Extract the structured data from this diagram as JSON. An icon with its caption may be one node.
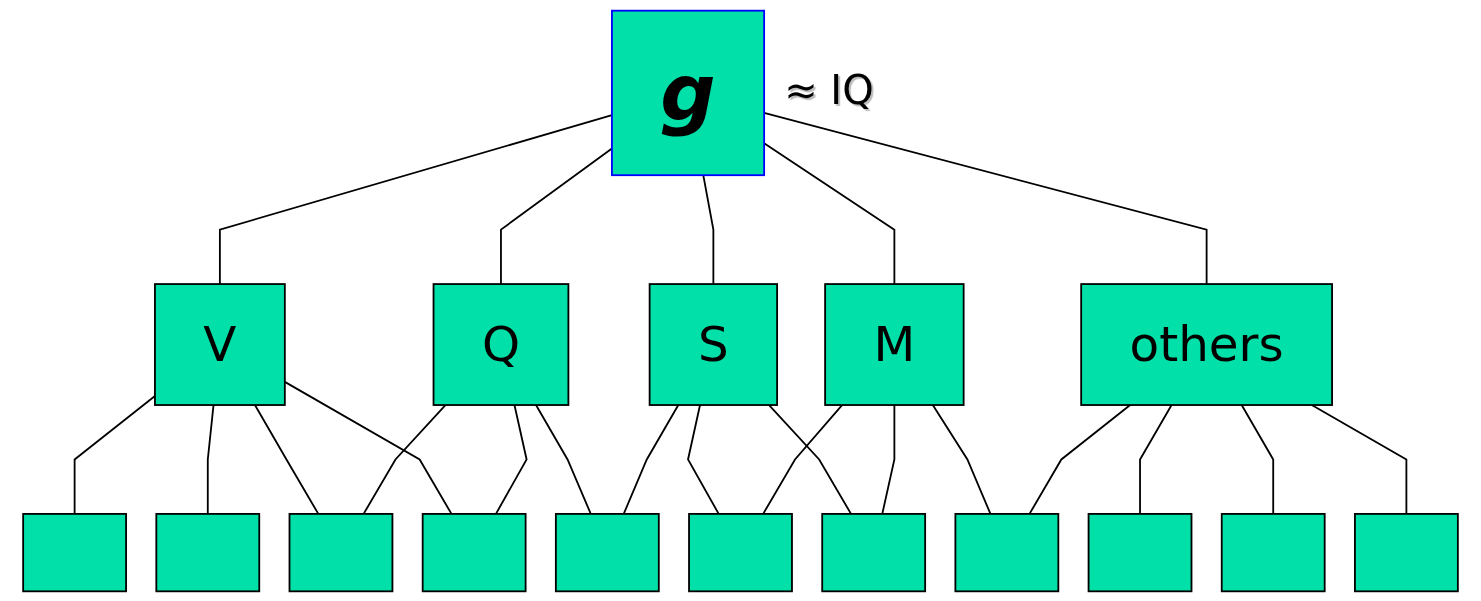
{
  "diagram": {
    "nodes": [
      {
        "text": [
          "g"
        ],
        "beside": [
          "≈ IQ"
        ]
      },
      {
        "text": [
          "V"
        ]
      },
      {
        "text": [
          "Q"
        ]
      },
      {
        "text": [
          "S"
        ]
      },
      {
        "text": [
          "M"
        ]
      },
      {
        "text": [
          "others"
        ]
      },
      {
        "text": [],
        "shape": "box"
      },
      {
        "text": [],
        "shape": "box"
      },
      {
        "text": [],
        "shape": "box"
      },
      {
        "text": [],
        "shape": "box"
      },
      {
        "text": [],
        "shape": "box"
      },
      {
        "text": [],
        "shape": "box"
      },
      {
        "text": [],
        "shape": "box"
      },
      {
        "text": [],
        "shape": "box"
      },
      {
        "text": [],
        "shape": "box"
      },
      {
        "text": [],
        "shape": "box"
      },
      {
        "text": [],
        "shape": "box"
      }
    ],
    "edges": [
      {
        "from": 0,
        "to": 1,
        "arrow": "none"
      },
      {
        "from": 0,
        "to": 2,
        "arrow": "none"
      },
      {
        "from": 0,
        "to": 3,
        "arrow": "none"
      },
      {
        "from": 0,
        "to": 4,
        "arrow": "none"
      },
      {
        "from": 0,
        "to": 5,
        "arrow": "none"
      },
      {
        "from": 1,
        "to": 6,
        "arrow": "none"
      },
      {
        "from": 1,
        "to": 7,
        "arrow": "none"
      },
      {
        "from": 1,
        "to": 8,
        "arrow": "none"
      },
      {
        "from": 1,
        "to": 9,
        "arrow": "none"
      },
      {
        "from": 2,
        "to": 8,
        "arrow": "none"
      },
      {
        "from": 2,
        "to": 9,
        "arrow": "none"
      },
      {
        "from": 2,
        "to": 10,
        "arrow": "none"
      },
      {
        "from": 3,
        "to": 10,
        "arrow": "none"
      },
      {
        "from": 3,
        "to": 11,
        "arrow": "none"
      },
      {
        "from": 3,
        "to": 12,
        "arrow": "none"
      },
      {
        "from": 4,
        "to": 11,
        "arrow": "none"
      },
      {
        "from": 4,
        "to": 12,
        "arrow": "none"
      },
      {
        "from": 4,
        "to": 13,
        "arrow": "none"
      },
      {
        "from": 5,
        "to": 13,
        "arrow": "none"
      },
      {
        "from": 5,
        "to": 14,
        "arrow": "none"
      },
      {
        "from": 5,
        "to": 15,
        "arrow": "none"
      },
      {
        "from": 5,
        "to": 16,
        "arrow": "none"
      }
    ]
  }
}
